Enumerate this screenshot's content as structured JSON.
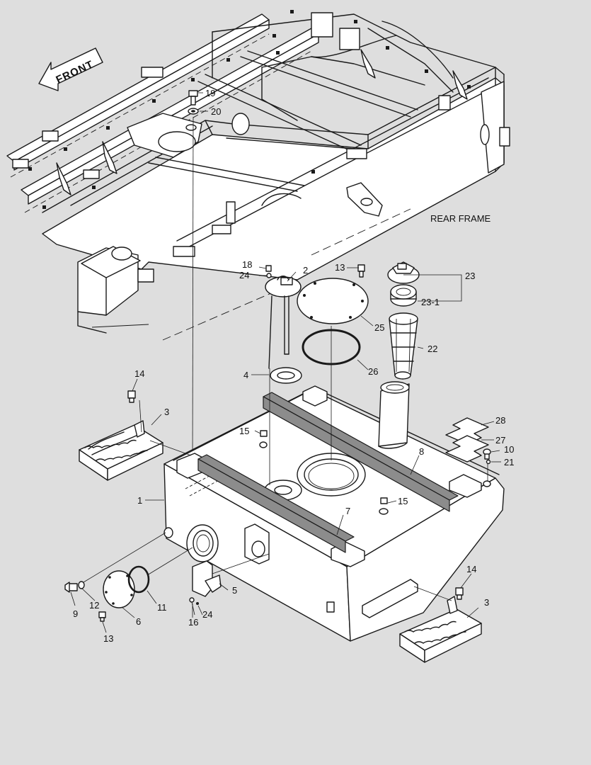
{
  "diagram": {
    "front_label": "FRONT",
    "rear_frame_label": "REAR FRAME",
    "callouts": [
      {
        "id": "c1",
        "text": "1"
      },
      {
        "id": "c2",
        "text": "2"
      },
      {
        "id": "c3a",
        "text": "3"
      },
      {
        "id": "c3b",
        "text": "3"
      },
      {
        "id": "c4",
        "text": "4"
      },
      {
        "id": "c5",
        "text": "5"
      },
      {
        "id": "c6",
        "text": "6"
      },
      {
        "id": "c7",
        "text": "7"
      },
      {
        "id": "c8",
        "text": "8"
      },
      {
        "id": "c9",
        "text": "9"
      },
      {
        "id": "c10",
        "text": "10"
      },
      {
        "id": "c11",
        "text": "11"
      },
      {
        "id": "c12",
        "text": "12"
      },
      {
        "id": "c13a",
        "text": "13"
      },
      {
        "id": "c13b",
        "text": "13"
      },
      {
        "id": "c14a",
        "text": "14"
      },
      {
        "id": "c14b",
        "text": "14"
      },
      {
        "id": "c15a",
        "text": "15"
      },
      {
        "id": "c15b",
        "text": "15"
      },
      {
        "id": "c16",
        "text": "16"
      },
      {
        "id": "c18",
        "text": "18"
      },
      {
        "id": "c19",
        "text": "19"
      },
      {
        "id": "c20",
        "text": "20"
      },
      {
        "id": "c21",
        "text": "21"
      },
      {
        "id": "c22",
        "text": "22"
      },
      {
        "id": "c23",
        "text": "23"
      },
      {
        "id": "c23_1",
        "text": "23-1"
      },
      {
        "id": "c24a",
        "text": "24"
      },
      {
        "id": "c24b",
        "text": "24"
      },
      {
        "id": "c25",
        "text": "25"
      },
      {
        "id": "c26",
        "text": "26"
      },
      {
        "id": "c27",
        "text": "27"
      },
      {
        "id": "c28",
        "text": "28"
      }
    ]
  }
}
